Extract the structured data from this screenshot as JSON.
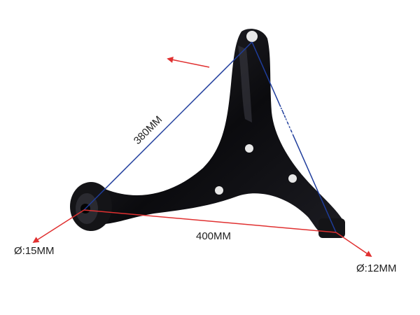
{
  "dimensions": {
    "upper_left": "380MM",
    "upper_right": "350MM",
    "bottom": "400MM",
    "left_bushing_diameter": "Ø:15MM",
    "right_bushing_diameter": "Ø:12MM"
  },
  "colors": {
    "measure_line": "#1f3d9c",
    "arrow": "#e03030",
    "part": "#0d0d0f"
  }
}
